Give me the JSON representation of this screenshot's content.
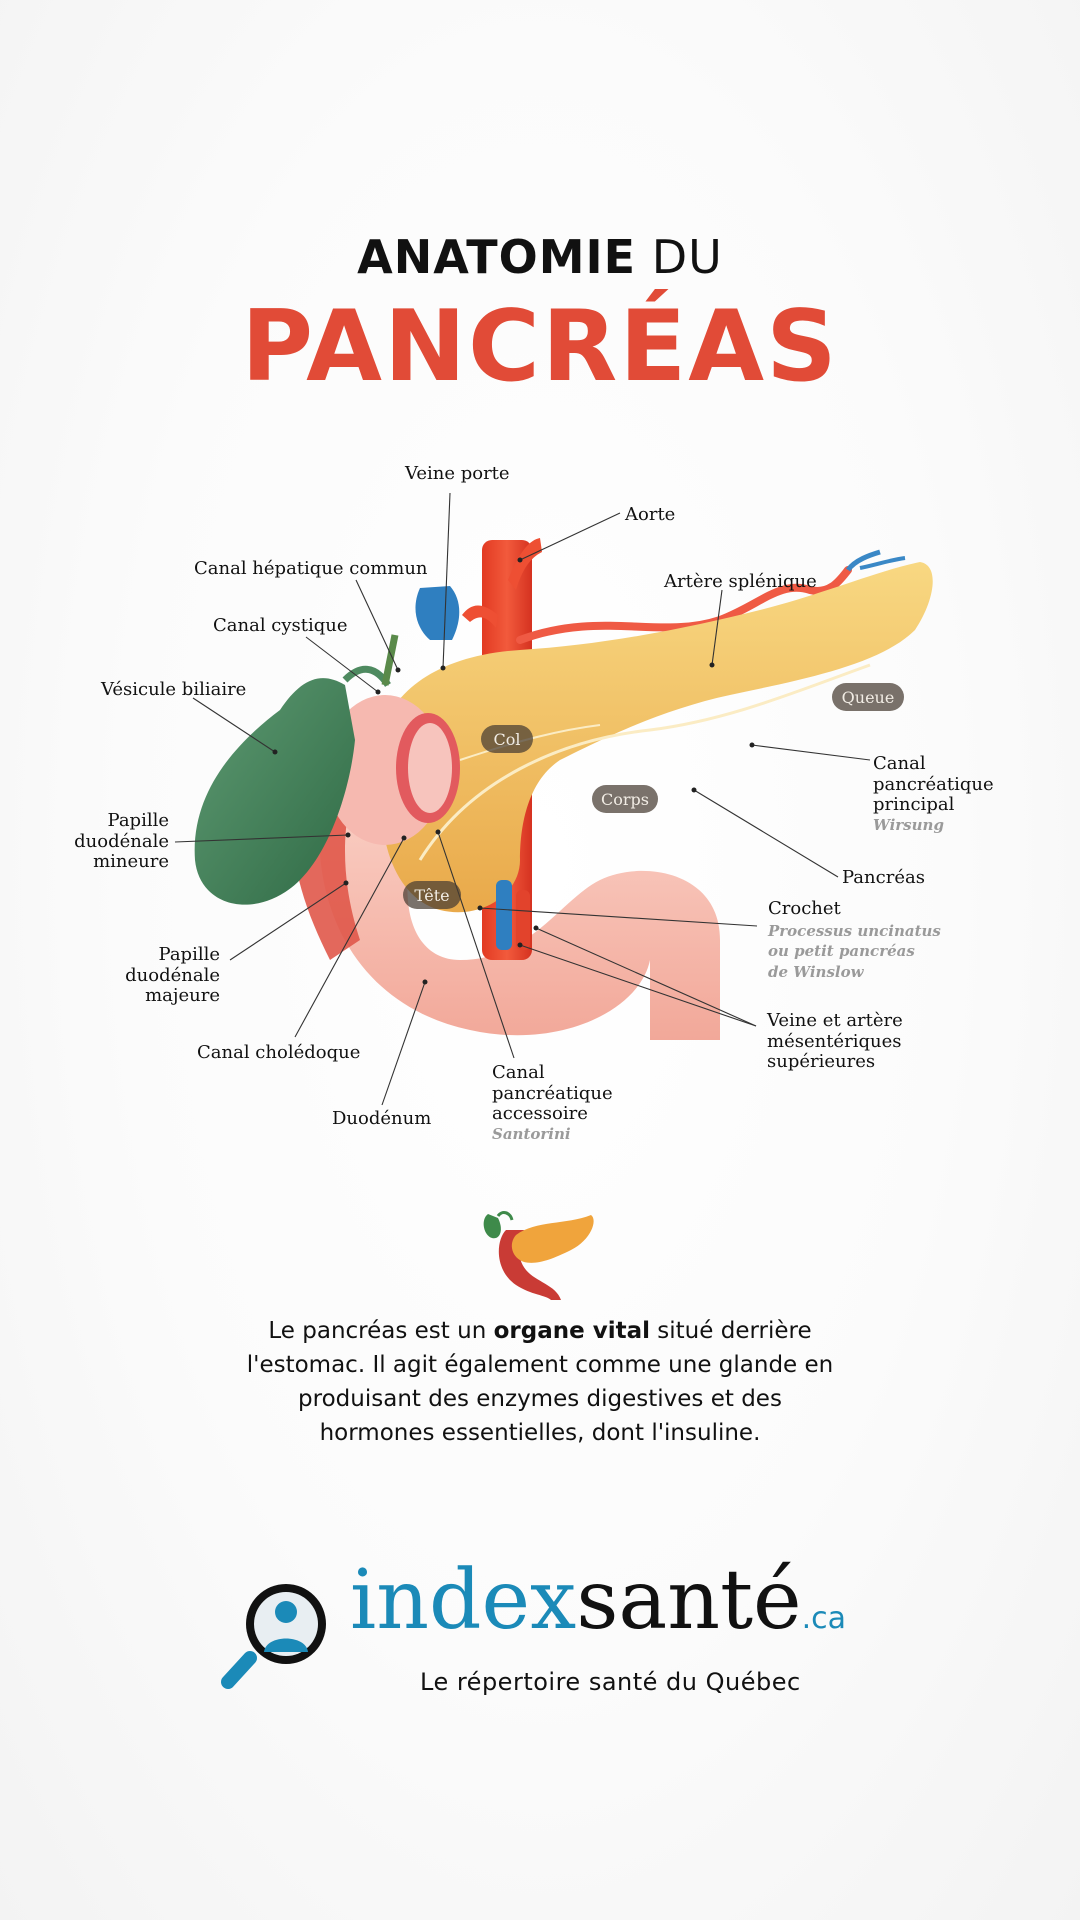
{
  "header": {
    "title_line1_bold": "ANATOMIE",
    "title_line1_light": "DU",
    "title_line2": "PANCRÉAS"
  },
  "labels": {
    "veine_porte": "Veine porte",
    "aorte": "Aorte",
    "canal_hepatique": "Canal hépatique commun",
    "artere_splenique": "Artère splénique",
    "canal_cystique": "Canal cystique",
    "vesicule": "Vésicule biliaire",
    "papille_mineure": [
      "Papille",
      "duodénale",
      "mineure"
    ],
    "papille_majeure": [
      "Papille",
      "duodénale",
      "majeure"
    ],
    "canal_choledoque": "Canal cholédoque",
    "duodenum": "Duodénum",
    "canal_accessoire": [
      "Canal",
      "pancréatique",
      "accessoire"
    ],
    "canal_accessoire_sub": "Santorini",
    "canal_principal": [
      "Canal",
      "pancréatique",
      "principal"
    ],
    "canal_principal_sub": "Wirsung",
    "pancreas": "Pancréas",
    "crochet": "Crochet",
    "crochet_sub": [
      "Processus uncinatus",
      "ou petit pancréas",
      "de Winslow"
    ],
    "veine_mesenterique": [
      "Veine et artère",
      "mésentériques",
      "supérieures"
    ]
  },
  "regions": {
    "col": "Col",
    "corps": "Corps",
    "tete": "Tête",
    "queue": "Queue"
  },
  "description": {
    "before": "Le pancréas est un ",
    "bold": "organe vital",
    "after": " situé derrière l'estomac. Il agit également comme une glande en produisant des enzymes digestives et des hormones essentielles, dont l'insuline."
  },
  "brand": {
    "part1": "index",
    "part2": "santé",
    "part3": ".ca",
    "tagline": "Le répertoire santé du Québec"
  },
  "colors": {
    "accent_red": "#e14b37",
    "brand_blue": "#1b8ab8"
  }
}
